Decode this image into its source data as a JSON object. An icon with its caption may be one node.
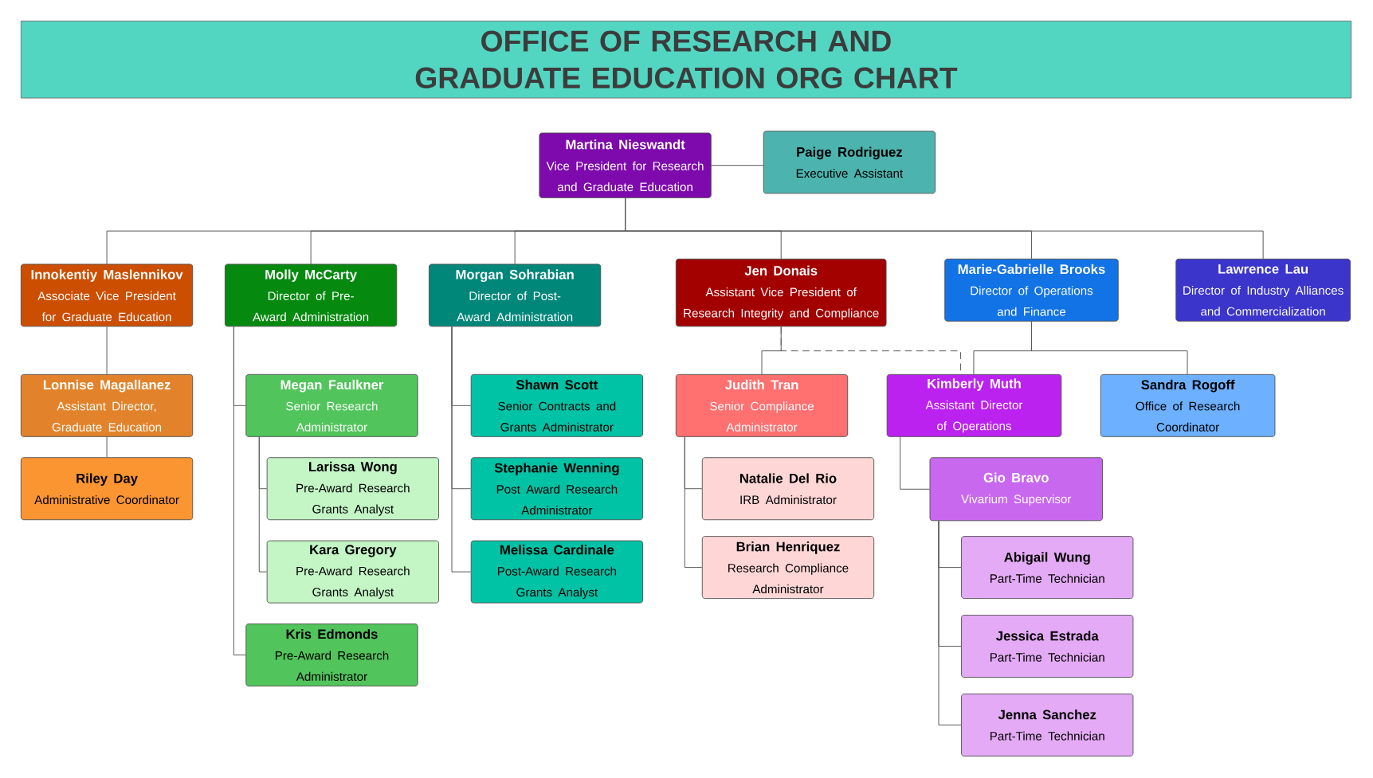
{
  "diagram": {
    "title": "OFFICE OF RESEARCH AND GRADUATE EDUCATION ORG CHART",
    "nodes": [
      {
        "text": [
          "Martina Nieswandt",
          "Vice President for Research and Graduate Education"
        ]
      },
      {
        "text": [
          "Paige Rodriguez",
          "Executive Assistant"
        ]
      },
      {
        "text": [
          "Innokentiy Maslennikov",
          "Associate Vice President for Graduate Education"
        ]
      },
      {
        "text": [
          "Molly McCarty",
          "Director of Pre-Award Administration"
        ]
      },
      {
        "text": [
          "Morgan Sohrabian",
          "Director of Post-Award Administration"
        ]
      },
      {
        "text": [
          "Jen Donais",
          "Assistant Vice President of Research Integrity and Compliance"
        ]
      },
      {
        "text": [
          "Marie-Gabrielle Brooks",
          "Director of Operations and Finance"
        ]
      },
      {
        "text": [
          "Lawrence Lau",
          "Director of Industry Alliances and Commercialization"
        ]
      },
      {
        "text": [
          "Lonnise Magallanez",
          "Assistant Director, Graduate Education"
        ]
      },
      {
        "text": [
          "Riley Day",
          "Administrative Coordinator"
        ]
      },
      {
        "text": [
          "Megan Faulkner",
          "Senior Research Administrator"
        ]
      },
      {
        "text": [
          "Larissa Wong",
          "Pre-Award Research Grants Analyst"
        ]
      },
      {
        "text": [
          "Kara Gregory",
          "Pre-Award Research Grants Analyst"
        ]
      },
      {
        "text": [
          "Kris Edmonds",
          "Pre-Award Research Administrator"
        ]
      },
      {
        "text": [
          "Shawn Scott",
          "Senior Contracts and Grants Administrator"
        ]
      },
      {
        "text": [
          "Stephanie Wenning",
          "Post Award Research Administrator"
        ]
      },
      {
        "text": [
          "Melissa Cardinale",
          "Post-Award Research Grants Analyst"
        ]
      },
      {
        "text": [
          "Judith Tran",
          "Senior Compliance Administrator"
        ]
      },
      {
        "text": [
          "Natalie Del Rio",
          "IRB Administrator"
        ]
      },
      {
        "text": [
          "Brian Henriquez",
          "Research Compliance Administrator"
        ]
      },
      {
        "text": [
          "Kimberly Muth",
          "Assistant Director of Operations"
        ]
      },
      {
        "text": [
          "Sandra Rogoff",
          "Office of Research Coordinator"
        ]
      },
      {
        "text": [
          "Gio Bravo",
          "Vivarium Supervisor"
        ]
      },
      {
        "text": [
          "Abigail Wung",
          "Part-Time Technician"
        ]
      },
      {
        "text": [
          "Jessica Estrada",
          "Part-Time Technician"
        ]
      },
      {
        "text": [
          "Jenna Sanchez",
          "Part-Time Technician"
        ]
      }
    ],
    "edges": [
      {
        "from": 0,
        "to": 1,
        "arrow": "none"
      },
      {
        "from": 0,
        "to": 2,
        "arrow": "none"
      },
      {
        "from": 0,
        "to": 3,
        "arrow": "none"
      },
      {
        "from": 0,
        "to": 4,
        "arrow": "none"
      },
      {
        "from": 0,
        "to": 5,
        "arrow": "none"
      },
      {
        "from": 0,
        "to": 6,
        "arrow": "none"
      },
      {
        "from": 0,
        "to": 7,
        "arrow": "none"
      },
      {
        "from": 2,
        "to": 8,
        "arrow": "none"
      },
      {
        "from": 8,
        "to": 9,
        "arrow": "none"
      },
      {
        "from": 3,
        "to": 10,
        "arrow": "none"
      },
      {
        "from": 3,
        "to": 13,
        "arrow": "none"
      },
      {
        "from": 10,
        "to": 11,
        "arrow": "none"
      },
      {
        "from": 10,
        "to": 12,
        "arrow": "none"
      },
      {
        "from": 4,
        "to": 14,
        "arrow": "none"
      },
      {
        "from": 4,
        "to": 15,
        "arrow": "none"
      },
      {
        "from": 4,
        "to": 16,
        "arrow": "none"
      },
      {
        "from": 5,
        "to": 17,
        "arrow": "none"
      },
      {
        "from": 5,
        "to": 20,
        "arrow": "none",
        "style": "dashed"
      },
      {
        "from": 6,
        "to": 20,
        "arrow": "none"
      },
      {
        "from": 6,
        "to": 21,
        "arrow": "none"
      },
      {
        "from": 17,
        "to": 18,
        "arrow": "none"
      },
      {
        "from": 17,
        "to": 19,
        "arrow": "none"
      },
      {
        "from": 20,
        "to": 22,
        "arrow": "none"
      },
      {
        "from": 22,
        "to": 23,
        "arrow": "none"
      },
      {
        "from": 22,
        "to": 24,
        "arrow": "none"
      },
      {
        "from": 22,
        "to": 25,
        "arrow": "none"
      }
    ]
  }
}
